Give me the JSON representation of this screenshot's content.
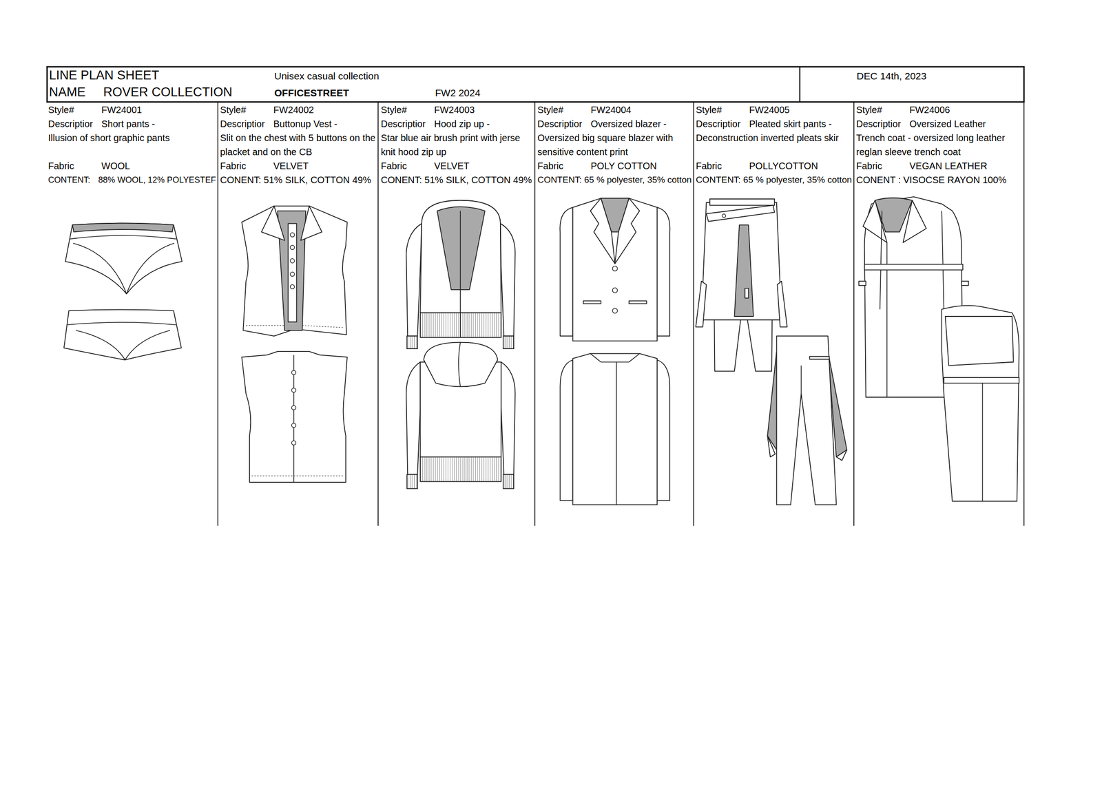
{
  "diagram": {
    "labels": [
      "LINE PLAN SHEET",
      "Unisex casual collection",
      "DEC 14th, 2023",
      "NAME",
      "ROVER COLLECTION",
      "OFFICESTREET",
      "FW2 2024",
      "Style#",
      "FW24001",
      "Descriptior",
      "Short pants -",
      "Illusion of short graphic pants",
      "Fabric",
      "WOOL",
      "CONTENT:",
      "88% WOOL, 12% POLYESTEF",
      "Style#",
      "FW24002",
      "Descriptior",
      "Buttonup Vest -",
      "Slit on the chest with 5 buttons on the placket and on the CB",
      "Fabric",
      "VELVET",
      "CONENT: 51% SILK, COTTON 49%",
      "Style#",
      "FW24003",
      "Descriptior",
      "Hood zip up -",
      "Star blue air brush print with jerse knit hood zip up",
      "Fabric",
      "VELVET",
      "CONENT: 51% SILK, COTTON 49%",
      "Style#",
      "FW24004",
      "Descriptior",
      "Oversized blazer -",
      "Oversized big square blazer with sensitive content print",
      "Fabric",
      "POLY COTTON",
      "CONTENT: 65 % polyester, 35% cotton",
      "Style#",
      "FW24005",
      "Descriptior",
      "Pleated skirt pants -",
      "Deconstruction inverted pleats skir",
      "Fabric",
      "POLLYCOTTON",
      "CONTENT: 65 % polyester, 35% cotton",
      "Style#",
      "FW24006",
      "Descriptior",
      "Oversized Leather",
      "Trench coat - oversized long leather reglan sleeve trench coat",
      "Fabric",
      "VEGAN LEATHER",
      "CONENT : VISOCSE RAYON 100%"
    ]
  }
}
